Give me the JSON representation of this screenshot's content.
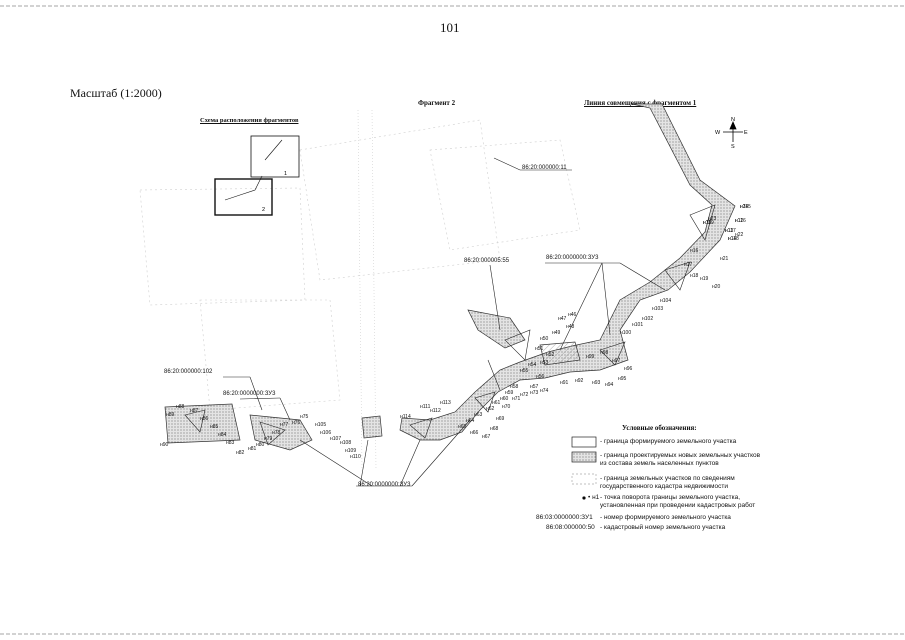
{
  "page_number": "101",
  "scale": "Масштаб (1:2000)",
  "fragment_title": "Фрагмент 2",
  "junction_label": "Линия совмещения с фрагментом 1",
  "scheme_title": "Схема расположения фрагментов",
  "scheme_labels": [
    "1",
    "2"
  ],
  "compass": {
    "n": "N",
    "s": "S",
    "w": "W",
    "e": "E"
  },
  "cadastral_labels": {
    "top": "86:20:000000:11",
    "mid": "86:20:000005:55",
    "zu3_upper": "86:20:0000000:ЗУ3",
    "left": "86:20:000000:102",
    "zu3_left": "86:20:0000000:ЗУ3",
    "zu3_bottom": "86:20:0000000:ЗУ3"
  },
  "points": [
    "н24",
    "н12",
    "н13",
    "н14",
    "н15",
    "н16",
    "н17",
    "н18",
    "н19",
    "н20",
    "н21",
    "н22",
    "н23",
    "н46",
    "н47",
    "н48",
    "н49",
    "н50",
    "н51",
    "н52",
    "н53",
    "н54",
    "н55",
    "н56",
    "н57",
    "н58",
    "н59",
    "н60",
    "н61",
    "н62",
    "н63",
    "н64",
    "н65",
    "н66",
    "н67",
    "н68",
    "н69",
    "н70",
    "н71",
    "н72",
    "н73",
    "н74",
    "н75",
    "н76",
    "н77",
    "н78",
    "н79",
    "н80",
    "н81",
    "н82",
    "н83",
    "н84",
    "н85",
    "н86",
    "н87",
    "н88",
    "н89",
    "н90",
    "н91",
    "н92",
    "н93",
    "н94",
    "н95",
    "н96",
    "н97",
    "н98",
    "н99",
    "н100",
    "н101",
    "н102",
    "н103",
    "н104",
    "н105",
    "н106",
    "н107",
    "н108",
    "н109",
    "н110",
    "н111",
    "н112",
    "н113",
    "н114",
    "н115",
    "н116",
    "н117",
    "н118",
    "н119"
  ],
  "legend": {
    "title": "Условные обозначения:",
    "items": [
      {
        "text": "- граница формируемого земельного участка"
      },
      {
        "text": "- граница проектируемых новых земельных участков из состава земель населенных пунктов"
      },
      {
        "text": "- граница земельных участков по сведениям государственного кадастра недвижимости"
      },
      {
        "text": "- точка поворота границы земельного участка, установленная при проведении кадастровых работ",
        "symbol": "• н1"
      },
      {
        "text": "- номер формируемого земельного участка",
        "symbol": "86:03:0000000:ЗУ1"
      },
      {
        "text": "- кадастровый номер земельного участка",
        "symbol": "86:08:000000:50"
      }
    ]
  }
}
